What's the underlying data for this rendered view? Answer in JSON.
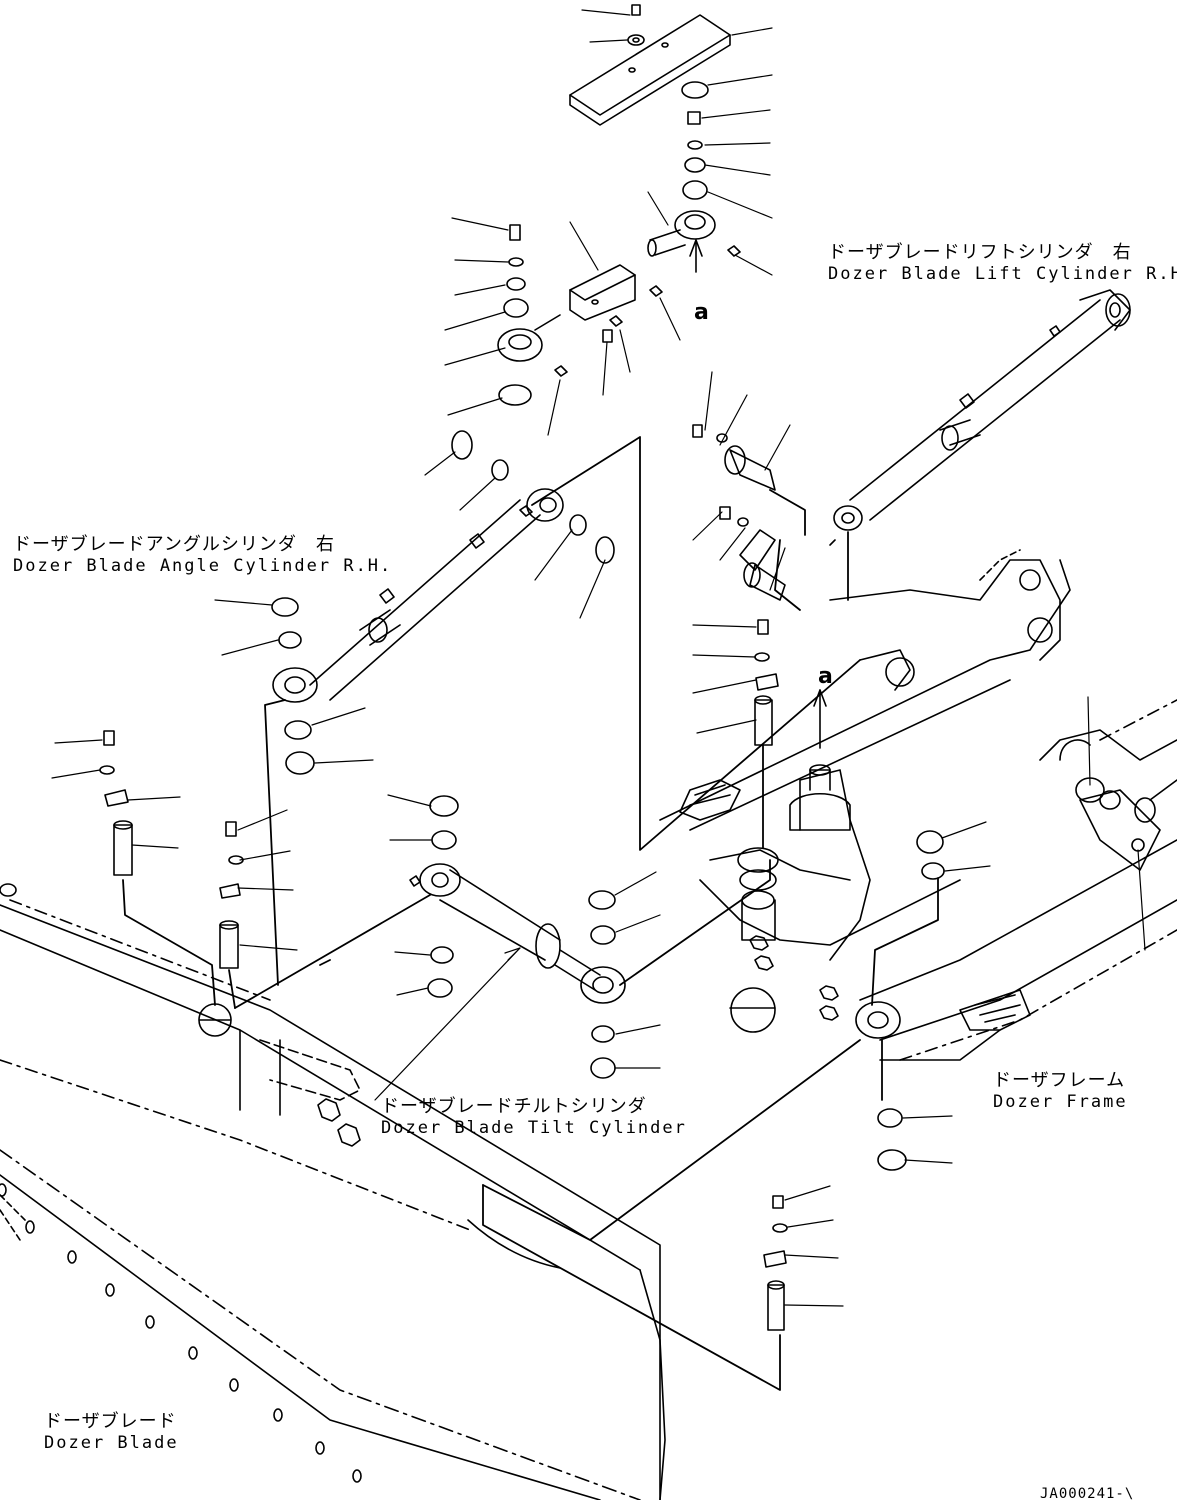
{
  "labels": {
    "lift_cylinder": {
      "ja": "ドーザブレードリフトシリンダ　右",
      "en": "Dozer Blade Lift Cylinder R.H"
    },
    "angle_cylinder": {
      "ja": "ドーザブレードアングルシリンダ　右",
      "en": "Dozer Blade Angle Cylinder R.H."
    },
    "tilt_cylinder": {
      "ja": "ドーザブレードチルトシリンダ",
      "en": "Dozer Blade Tilt Cylinder"
    },
    "frame": {
      "ja": "ドーザフレーム",
      "en": "Dozer Frame"
    },
    "blade": {
      "ja": "ドーザブレード",
      "en": "Dozer Blade"
    }
  },
  "markers": {
    "a_top": "a",
    "a_mid": "a"
  },
  "drawing_code": "JA000241-\\"
}
